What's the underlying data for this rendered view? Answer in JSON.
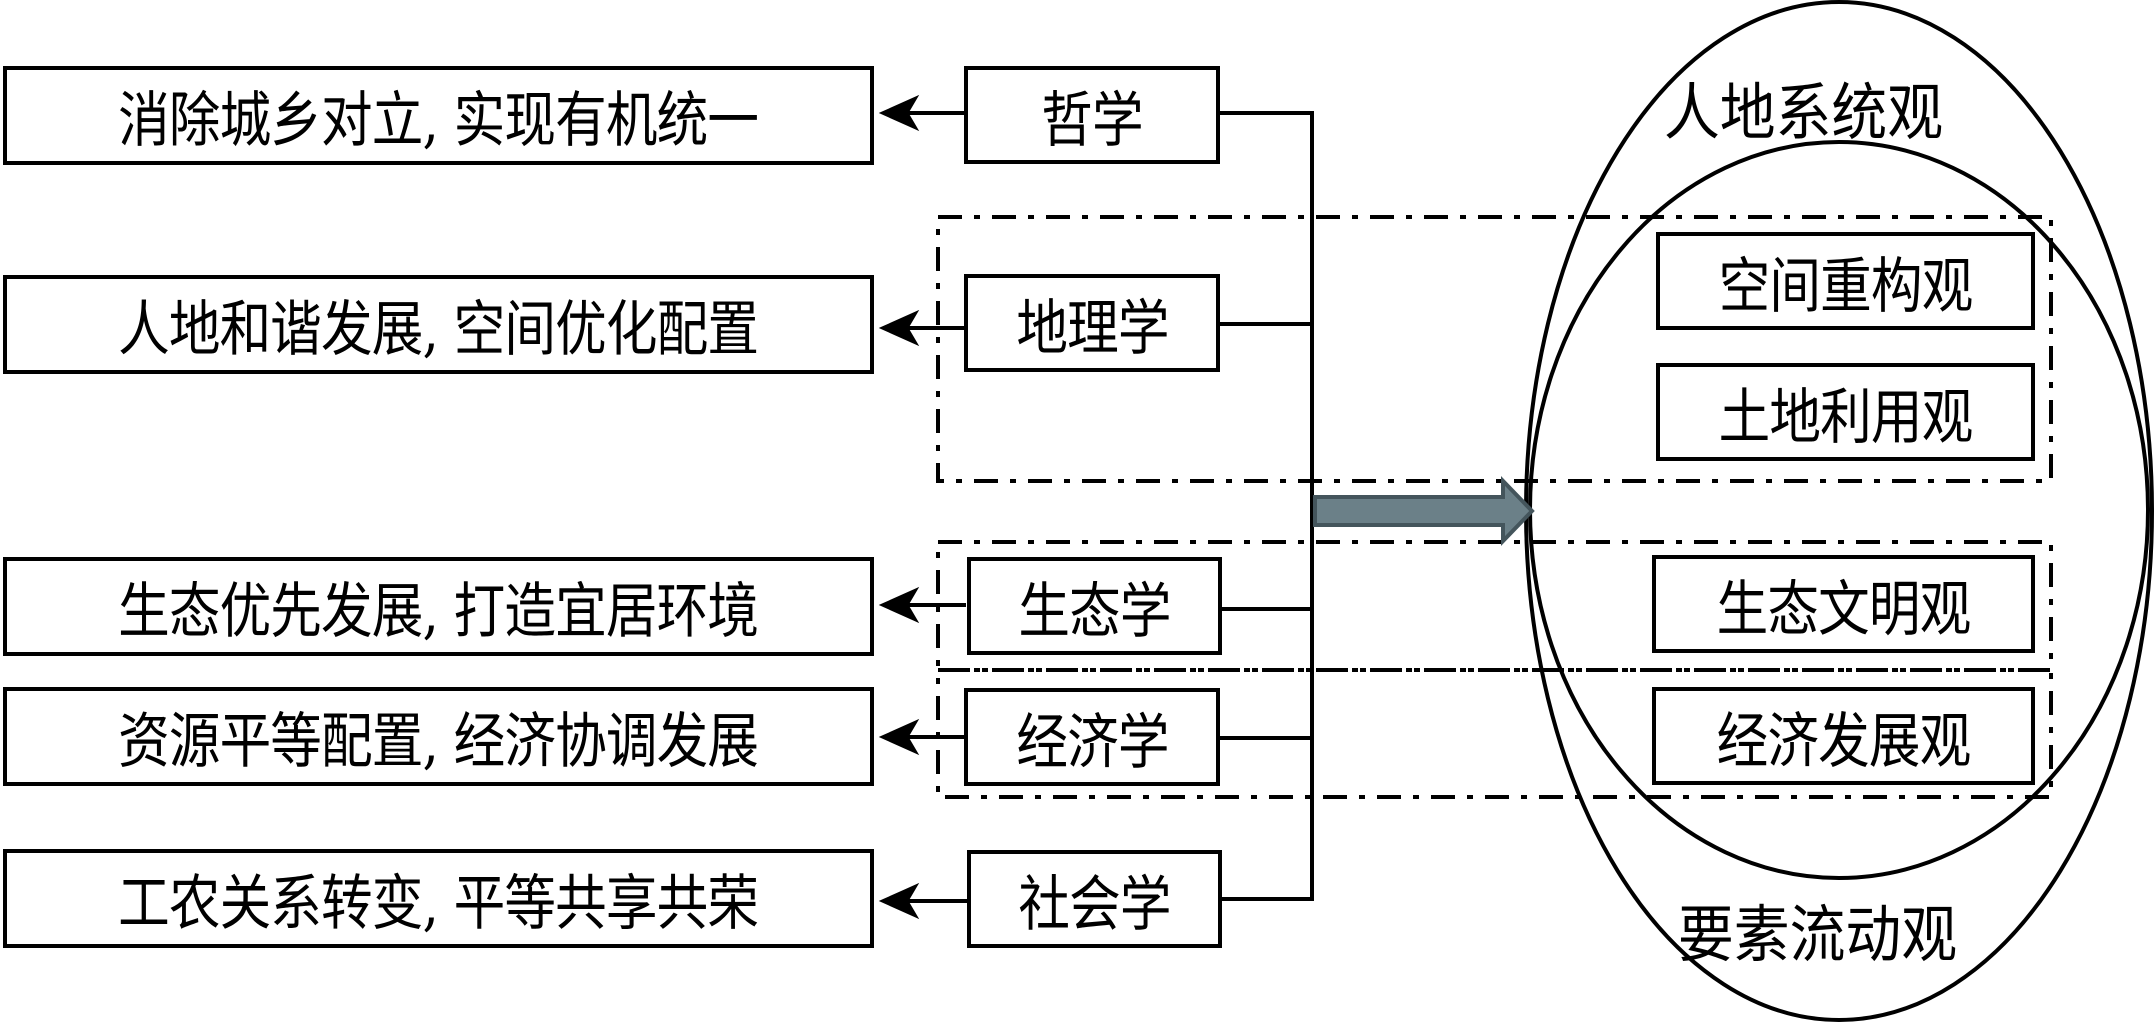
{
  "diagram": {
    "goals": [
      {
        "id": "philosophy-goal",
        "text": "消除城乡对立, 实现有机统一"
      },
      {
        "id": "geography-goal",
        "text": "人地和谐发展, 空间优化配置"
      },
      {
        "id": "ecology-goal",
        "text": "生态优先发展, 打造宜居环境"
      },
      {
        "id": "economics-goal",
        "text": "资源平等配置, 经济协调发展"
      },
      {
        "id": "sociology-goal",
        "text": "工农关系转变, 平等共享共荣"
      }
    ],
    "disciplines": [
      {
        "id": "philosophy",
        "text": "哲学"
      },
      {
        "id": "geography",
        "text": "地理学"
      },
      {
        "id": "ecology",
        "text": "生态学"
      },
      {
        "id": "economics",
        "text": "经济学"
      },
      {
        "id": "sociology",
        "text": "社会学"
      }
    ],
    "outer_view": "人地系统观",
    "bottom_view": "要素流动观",
    "views": [
      {
        "id": "spatial-restructuring",
        "text": "空间重构观"
      },
      {
        "id": "land-use",
        "text": "土地利用观"
      },
      {
        "id": "ecological-civilization",
        "text": "生态文明观"
      },
      {
        "id": "economic-development",
        "text": "经济发展观"
      }
    ],
    "colors": {
      "line": "#000000",
      "arrow_fill": "#6b8088",
      "arrow_stroke": "#44555c"
    }
  }
}
